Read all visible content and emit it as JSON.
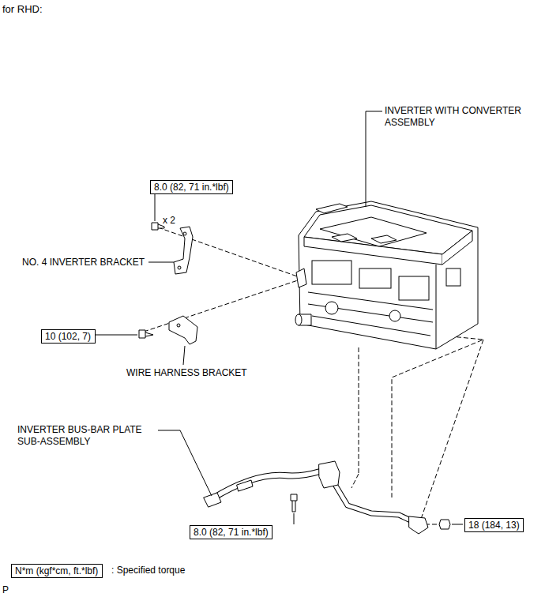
{
  "diagram": {
    "title": "for RHD:",
    "nodes": [
      {
        "text": [
          "8.0 (82, 71 in.*lbf)"
        ]
      },
      {
        "text": [
          "10 (102, 7)"
        ]
      },
      {
        "text": [
          "8.0 (82, 71 in.*lbf)"
        ]
      },
      {
        "text": [
          "18 (184, 13)"
        ]
      },
      {
        "text": [
          "N*m (kgf*cm, ft.*lbf)"
        ]
      }
    ],
    "labels": [
      "INVERTER WITH CONVERTER ASSEMBLY",
      "x 2",
      "NO. 4 INVERTER BRACKET",
      "WIRE HARNESS BRACKET",
      "INVERTER BUS-BAR PLATE SUB-ASSEMBLY",
      ": Specified torque",
      "P"
    ]
  }
}
